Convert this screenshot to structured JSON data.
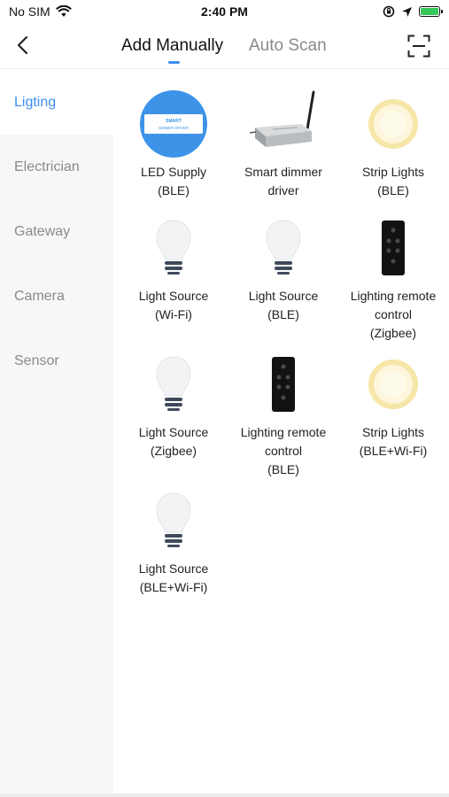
{
  "status": {
    "carrier": "No SIM",
    "time": "2:40 PM"
  },
  "nav": {
    "tabs": [
      {
        "label": "Add Manually",
        "active": true
      },
      {
        "label": "Auto Scan",
        "active": false
      }
    ]
  },
  "colors": {
    "accent": "#3d8df0",
    "sidebar_bg": "#f7f7f7",
    "battery": "#35c759"
  },
  "sidebar": {
    "items": [
      {
        "label": "Ligting",
        "active": true
      },
      {
        "label": "Electrician",
        "active": false
      },
      {
        "label": "Gateway",
        "active": false
      },
      {
        "label": "Camera",
        "active": false
      },
      {
        "label": "Sensor",
        "active": false
      }
    ]
  },
  "devices": [
    {
      "label": "LED Supply\n(BLE)",
      "icon": "led-supply-icon"
    },
    {
      "label": "Smart dimmer\ndriver",
      "icon": "dimmer-driver-icon"
    },
    {
      "label": "Strip Lights\n(BLE)",
      "icon": "strip-lights-icon"
    },
    {
      "label": "Light Source\n(Wi-Fi)",
      "icon": "bulb-icon"
    },
    {
      "label": "Light Source\n(BLE)",
      "icon": "bulb-icon"
    },
    {
      "label": "Lighting remote\ncontrol\n(Zigbee)",
      "icon": "remote-control-icon"
    },
    {
      "label": "Light Source\n(Zigbee)",
      "icon": "bulb-icon"
    },
    {
      "label": "Lighting remote\ncontrol\n(BLE)",
      "icon": "remote-control-icon"
    },
    {
      "label": "Strip Lights\n(BLE+Wi-Fi)",
      "icon": "strip-lights-icon"
    },
    {
      "label": "Light Source\n(BLE+Wi-Fi)",
      "icon": "bulb-icon"
    }
  ],
  "led_badge": {
    "line1": "SMART",
    "line2": "DIMMER DRIVER"
  }
}
